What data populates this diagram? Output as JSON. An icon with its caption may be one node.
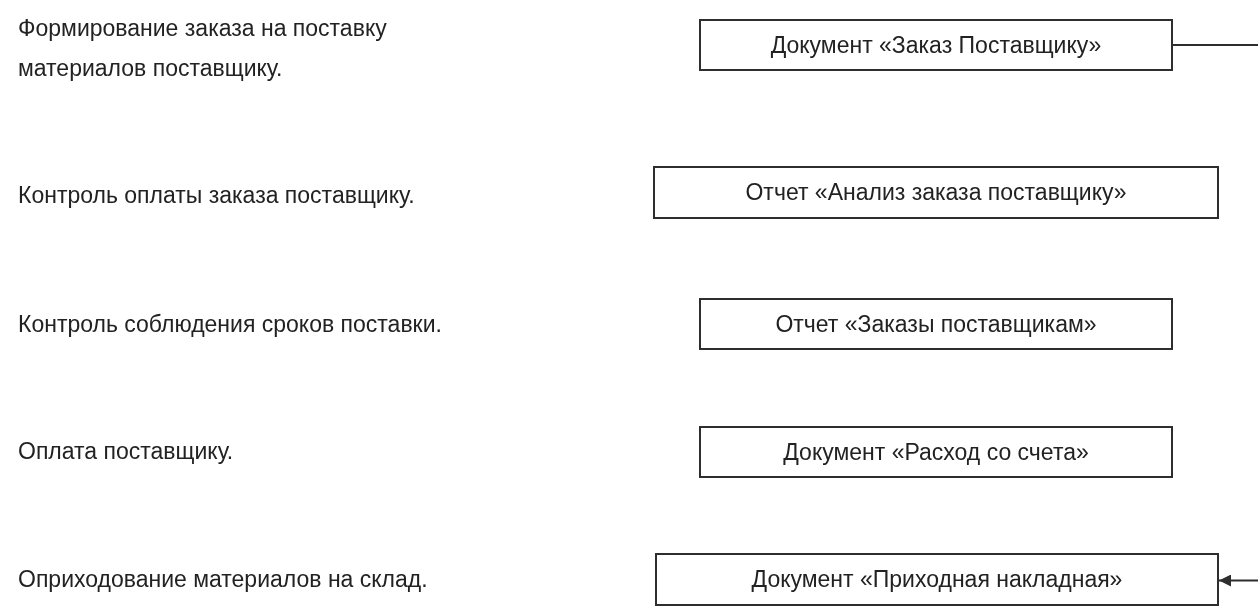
{
  "diagram": {
    "nodes": [
      {
        "text": [
          "Документ «Заказ Поставщику»"
        ]
      },
      {
        "text": [
          "Отчет «Анализ заказа поставщику»"
        ]
      },
      {
        "text": [
          "Отчет «Заказы поставщикам»"
        ]
      },
      {
        "text": [
          "Документ «Расход со счета»"
        ]
      },
      {
        "text": [
          "Документ «Приходная накладная»"
        ]
      }
    ],
    "edges": [
      {
        "from": 0,
        "to": 4,
        "arrow": "to"
      }
    ],
    "labels": [
      "Формирование заказа на поставку материалов поставщику.",
      "Контроль оплаты заказа поставщику.",
      "Контроль соблюдения сроков поставки.",
      "Оплата поставщику.",
      "Оприходование материалов на склад."
    ]
  }
}
